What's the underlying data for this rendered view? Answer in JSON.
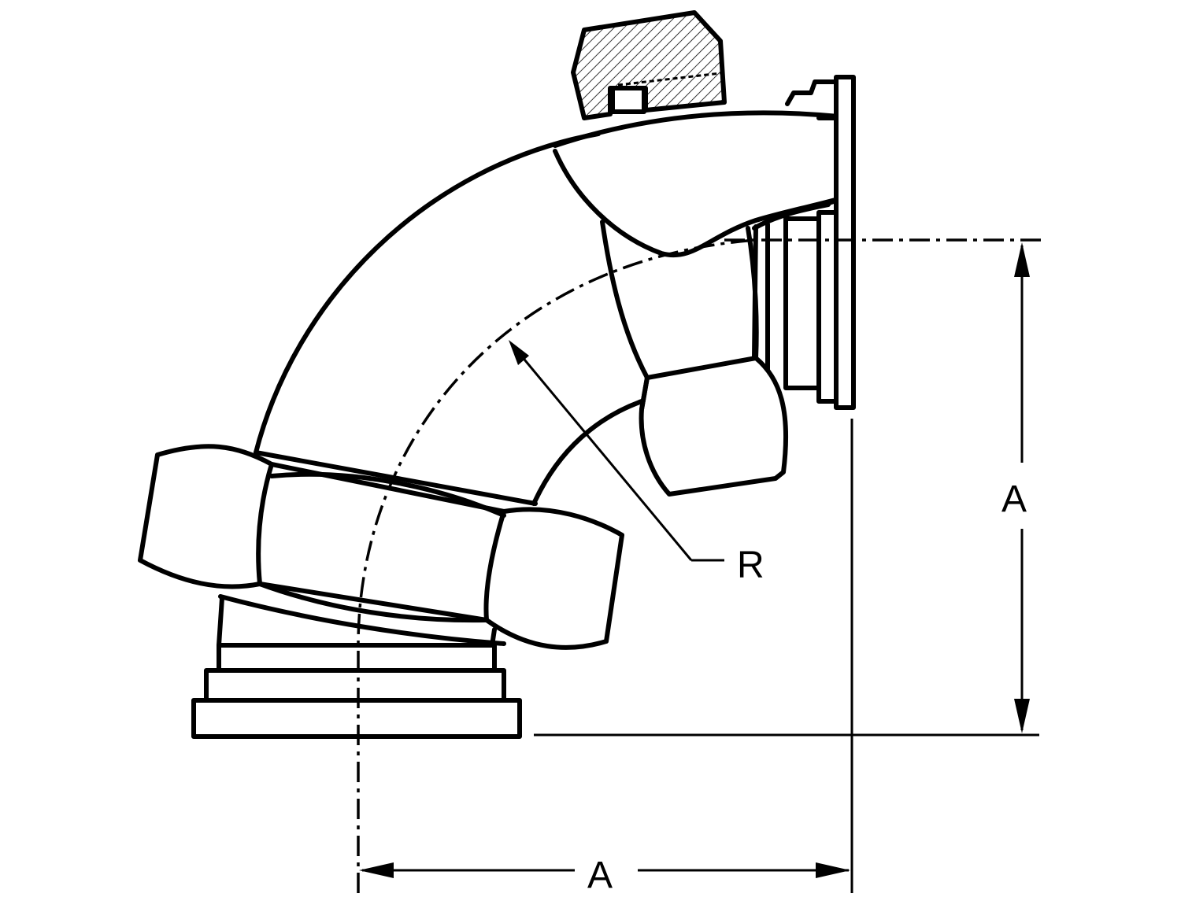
{
  "diagram": {
    "labels": {
      "radius": "R",
      "horizontal_dimension": "A",
      "vertical_dimension": "A"
    },
    "colors": {
      "line": "#000000",
      "background": "#ffffff"
    }
  }
}
